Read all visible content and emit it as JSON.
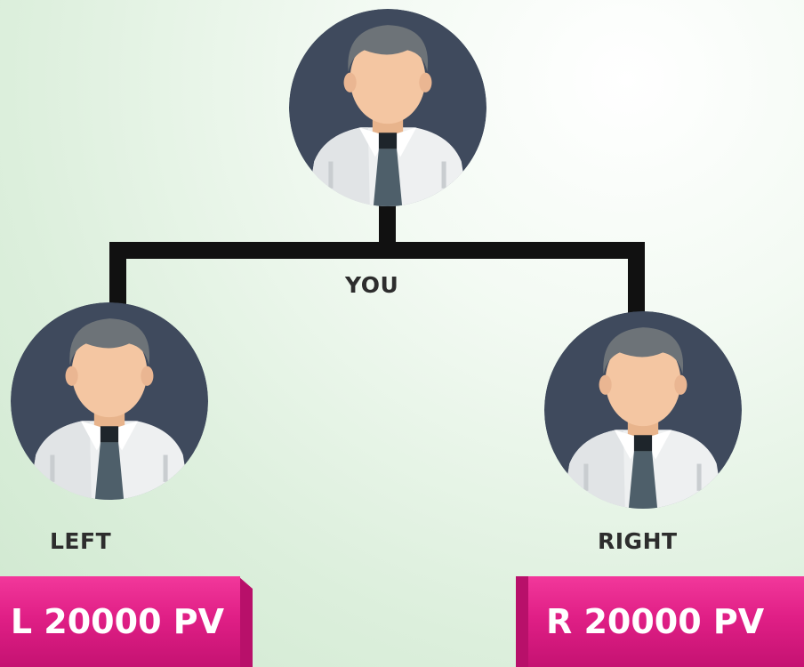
{
  "nodes": {
    "top": {
      "label": "YOU"
    },
    "left": {
      "label": "LEFT"
    },
    "right": {
      "label": "RIGHT"
    }
  },
  "pv_boxes": {
    "left": {
      "text": "L 20000 PV"
    },
    "right": {
      "text": "R 20000 PV"
    }
  },
  "colors": {
    "connector": "#111111",
    "avatar_bg": "#3f4a5d",
    "skin": "#f4c6a2",
    "hair": "#6d7378",
    "shirt": "#eef0f1",
    "tie": "#4e5f6a",
    "pv_box": "#e01f86"
  }
}
